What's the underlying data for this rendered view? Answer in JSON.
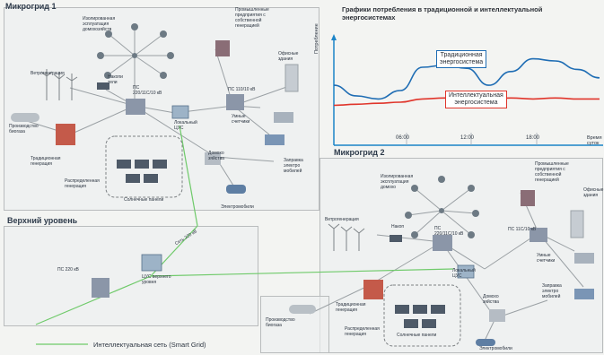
{
  "colors": {
    "smart_grid": "#6fca6a",
    "traditional": "#1f6db4",
    "intelligent": "#e0352b",
    "axis": "#1b84c8",
    "region_border": "#b9bcbd"
  },
  "microgrid1": {
    "title": "Микрогрид 1",
    "households": "Изолированная\nэсплуатация\nдомохозяйств",
    "industry": "Промышленные\nпредприятия с\nсобственной\nгенерацией",
    "wind": "Ветрогенерация",
    "storage": "Накопи\nтели",
    "substation_main": "ПС\n220/11С/10 кВ",
    "substation_110": "ПС 110/10 кВ",
    "office": "Офисные\nздания",
    "biogas": "Производство\nбиогаза",
    "local_center": "Локальный\nЦУС",
    "smart_meters": "Умные\nсчетчики",
    "traditional_gen": "Традиционная\nгенерация",
    "homes": "Домохо\nзяйства",
    "distributed_gen": "Распределенная\nгенерация",
    "ev_charging": "Заправка\nэлектро\nмобилей",
    "solar": "Солнечные панели",
    "ev": "Электромобили"
  },
  "chart": {
    "title": "Графики потребления в традиционной и интеллектуальной энергосистемах",
    "ylabel": "Потребление",
    "xlabel": "Время\nсуток",
    "traditional_label": "Традиционная\nэнергосистема",
    "intelligent_label": "Интеллектуальная\nэнергосистема"
  },
  "chart_data": {
    "type": "line",
    "x": [
      "00:00",
      "02:00",
      "04:00",
      "06:00",
      "08:00",
      "10:00",
      "12:00",
      "14:00",
      "16:00",
      "18:00",
      "20:00",
      "22:00",
      "24:00"
    ],
    "x_ticks": [
      "06:00",
      "12:00",
      "18:00"
    ],
    "series": [
      {
        "name": "Традиционная энергосистема",
        "values": [
          0.55,
          0.45,
          0.42,
          0.5,
          0.72,
          0.74,
          0.71,
          0.55,
          0.68,
          0.8,
          0.78,
          0.7,
          0.62
        ]
      },
      {
        "name": "Интеллектуальная энергосистема",
        "values": [
          0.36,
          0.37,
          0.38,
          0.39,
          0.42,
          0.43,
          0.42,
          0.42,
          0.43,
          0.42,
          0.43,
          0.42,
          0.42
        ]
      }
    ]
  },
  "upper_level": {
    "title": "Верхний уровень",
    "network": "Сеть 220 кВ",
    "substation": "ПС 220 кВ",
    "center": "ЦУС верхнего\nуровня"
  },
  "microgrid2": {
    "title": "Микрогрид 2",
    "households": "Изолированная\nэксплуатация\nдомохо",
    "industry": "Промышленные\nпредприятия с\nсобственной\nгенерацией",
    "office": "Офисные\nздания",
    "wind": "Ветрогенерация",
    "storage": "Накоп",
    "substation_main": "ПС\n220/11С/10 кВ",
    "substation_110": "ПС 11С/10 кВ",
    "local_center": "Локальный\nЦУС",
    "smart_meters": "Умные\nсчетчики",
    "traditional_gen": "Традиционная\nгенерация",
    "homes": "Домохо\nзяйства",
    "ev_charging": "Заправка\nэлектро\nмобилей",
    "biogas": "Производство\nбиогаза",
    "distributed_gen": "Распределенная\nгенерация",
    "solar": "Солнечные панели",
    "ev": "Электромобили"
  },
  "legend": {
    "label": "Интеллектуальная сеть (Smart Grid)"
  }
}
